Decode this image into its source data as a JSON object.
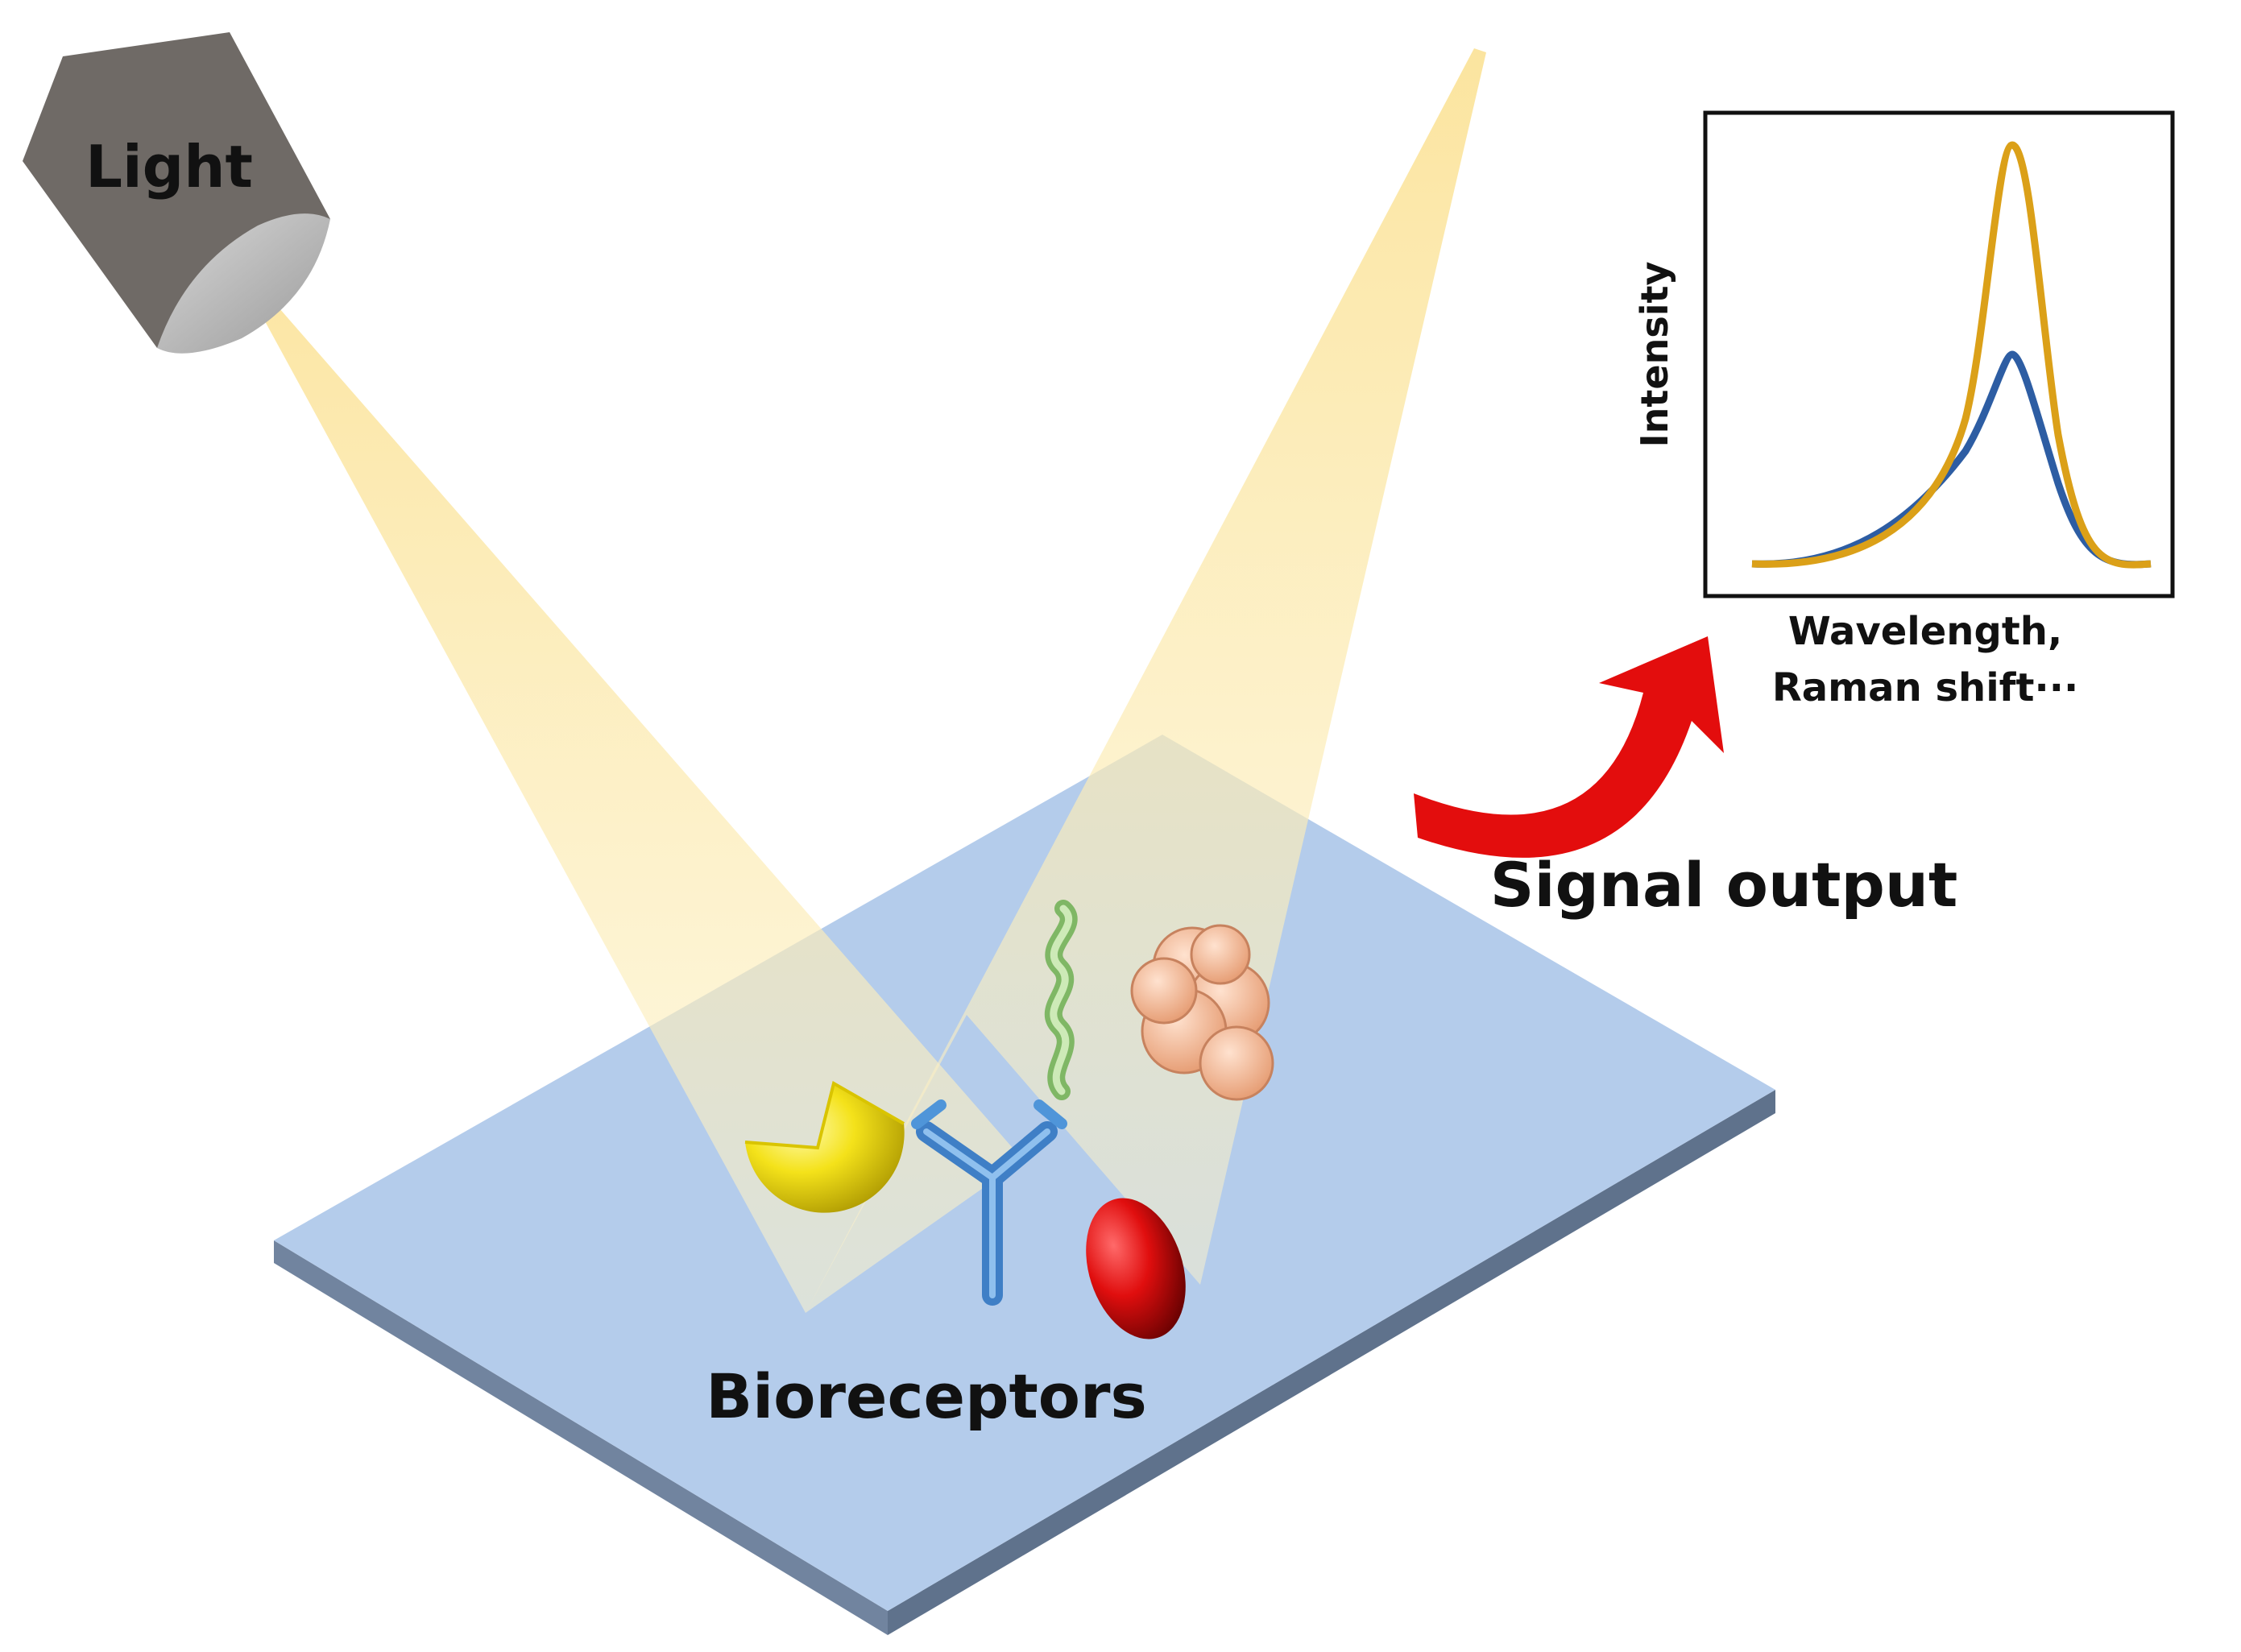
{
  "labels": {
    "light": "Light",
    "bioreceptors": "Bioreceptors",
    "signal_output": "Signal output"
  },
  "spectrum_inset": {
    "ylabel": "Intensity",
    "xlabel_line1": "Wavelength,",
    "xlabel_line2": "Raman shift···"
  },
  "colors": {
    "substrate_top": "#b4cceb",
    "substrate_edge": "#7e92ad",
    "light_beam": "#fbe59a",
    "lamp_body": "#6f6a66",
    "arrow": "#e30d0d",
    "curve_high": "#dba018",
    "curve_low": "#2d5da3",
    "enzyme": "#f2df12",
    "antibody": "#4f95d9",
    "aptamer": "#a9d88c",
    "cell": "#d80d0d",
    "tissue": "#f4b48e"
  },
  "icons": [
    "lamp-icon",
    "enzyme-icon",
    "antibody-icon",
    "aptamer-icon",
    "tissue-icon",
    "red-blood-cell-icon",
    "curved-arrow-icon"
  ]
}
